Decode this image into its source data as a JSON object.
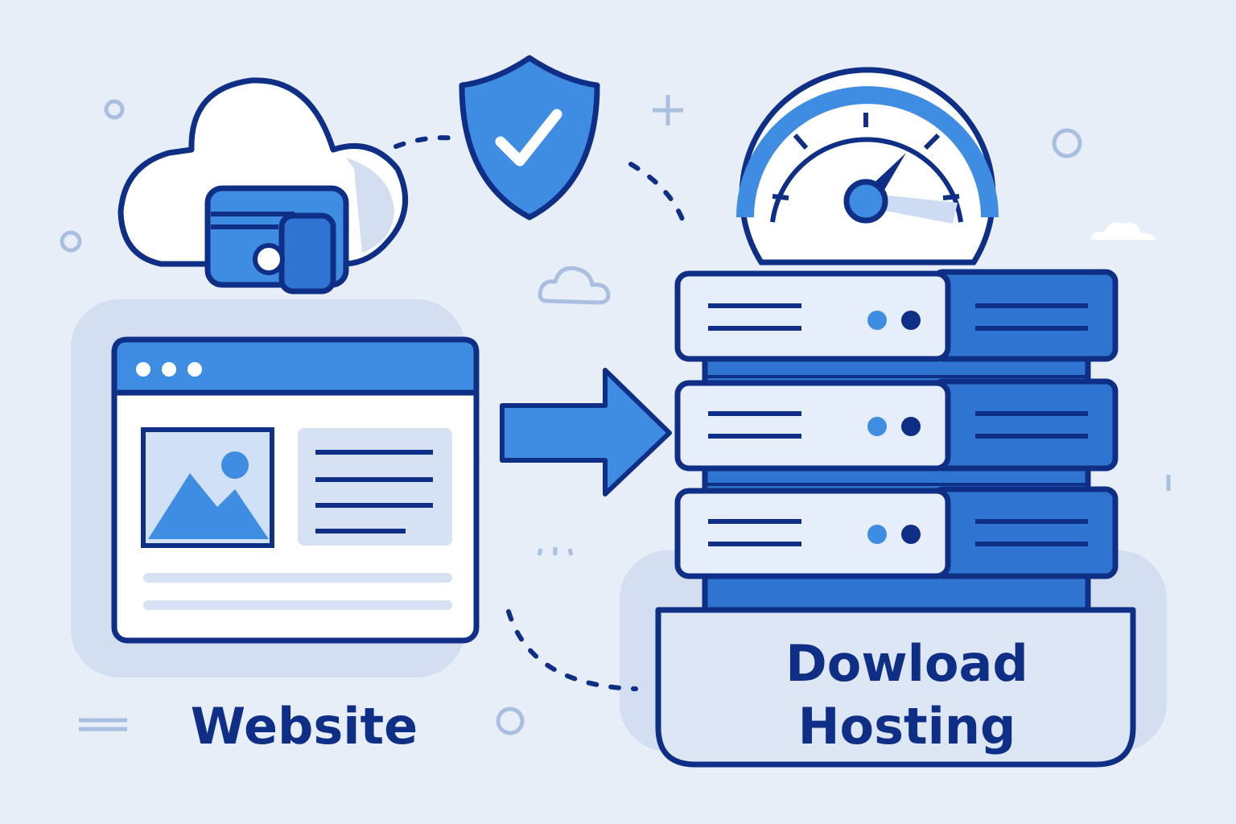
{
  "website": {
    "label": "Website"
  },
  "hosting": {
    "label_line1": "Dowload",
    "label_line2": "Hosting"
  },
  "icons": [
    "cloud-icon",
    "wallet-icon",
    "shield-check-icon",
    "speedometer-icon",
    "server-stack-icon",
    "browser-window-icon",
    "image-icon",
    "arrow-right-icon"
  ],
  "colors": {
    "background": "#e8eef8",
    "primary_blue": "#3f8de3",
    "dark_navy": "#0f2f86",
    "light_panel": "#d6e2f3",
    "white": "#ffffff"
  }
}
